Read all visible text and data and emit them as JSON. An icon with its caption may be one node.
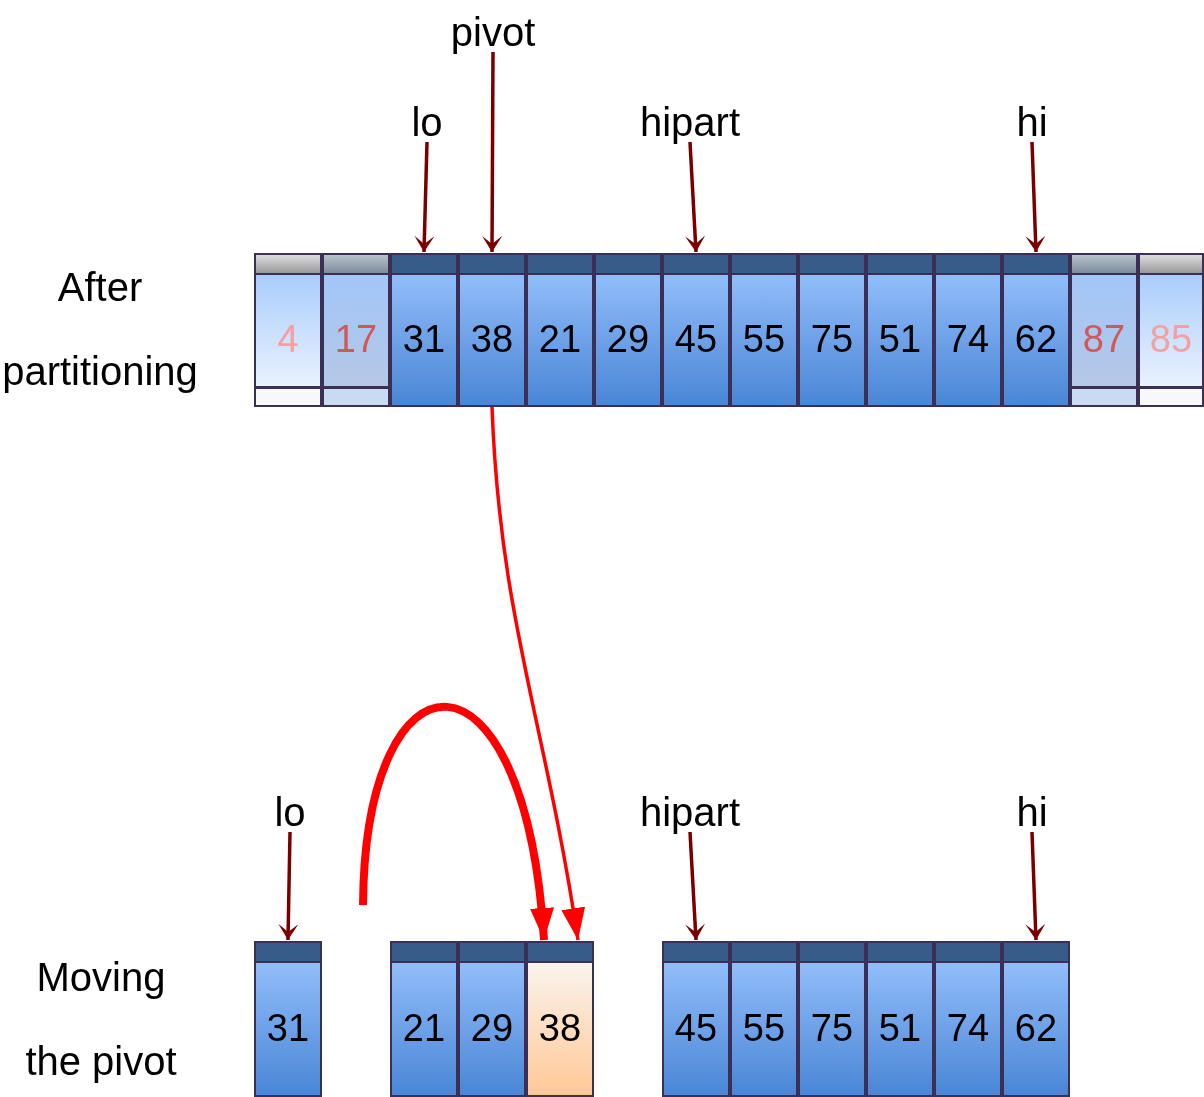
{
  "diagram": {
    "nodes": [
      {
        "text": [
          "pivot"
        ]
      },
      {
        "text": [
          "lo"
        ]
      },
      {
        "text": [
          "hipart"
        ]
      },
      {
        "text": [
          "hi"
        ]
      },
      {
        "text": [
          "4"
        ]
      },
      {
        "text": [
          "17"
        ]
      },
      {
        "text": [
          "31"
        ]
      },
      {
        "text": [
          "38"
        ]
      },
      {
        "text": [
          "21"
        ]
      },
      {
        "text": [
          "29"
        ]
      },
      {
        "text": [
          "45"
        ]
      },
      {
        "text": [
          "55"
        ]
      },
      {
        "text": [
          "75"
        ]
      },
      {
        "text": [
          "51"
        ]
      },
      {
        "text": [
          "74"
        ]
      },
      {
        "text": [
          "62"
        ]
      },
      {
        "text": [
          "87"
        ]
      },
      {
        "text": [
          "85"
        ]
      },
      {
        "text": [
          "lo"
        ]
      },
      {
        "text": [
          "hipart"
        ]
      },
      {
        "text": [
          "hi"
        ]
      },
      {
        "text": [
          "31"
        ]
      },
      {
        "text": [
          "21"
        ]
      },
      {
        "text": [
          "29"
        ]
      },
      {
        "text": [
          "38"
        ]
      },
      {
        "text": [
          "45"
        ]
      },
      {
        "text": [
          "55"
        ]
      },
      {
        "text": [
          "75"
        ]
      },
      {
        "text": [
          "51"
        ]
      },
      {
        "text": [
          "74"
        ]
      },
      {
        "text": [
          "62"
        ]
      }
    ],
    "edges": [
      {
        "from": 1,
        "to": 6,
        "arrow": "to"
      },
      {
        "from": 0,
        "to": 7,
        "arrow": "to"
      },
      {
        "from": 2,
        "to": 10,
        "arrow": "to"
      },
      {
        "from": 3,
        "to": 15,
        "arrow": "to"
      },
      {
        "from": 7,
        "to": 24,
        "arrow": "to",
        "color": "#ff0000"
      },
      {
        "from": null,
        "to": 24,
        "arrow": "to",
        "style": "thick",
        "color": "#ff0000"
      },
      {
        "from": 18,
        "to": 21,
        "arrow": "to"
      },
      {
        "from": 19,
        "to": 25,
        "arrow": "to"
      },
      {
        "from": 20,
        "to": 30,
        "arrow": "to"
      }
    ],
    "labels": [
      "After partitioning",
      "Moving the pivot"
    ]
  }
}
